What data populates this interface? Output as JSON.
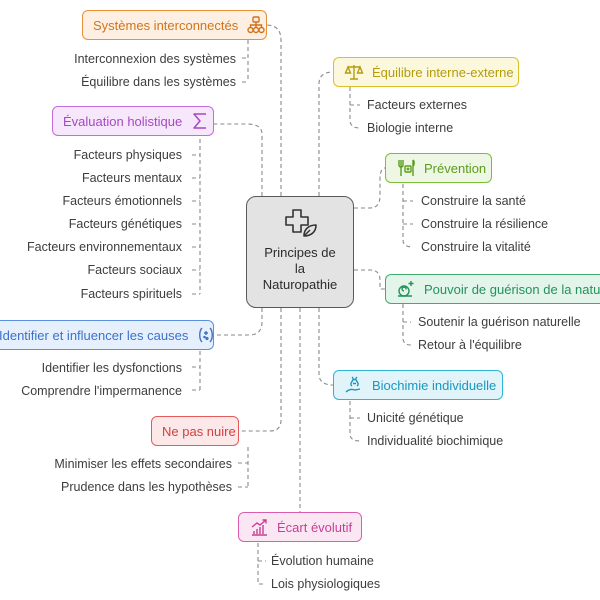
{
  "center": {
    "title": "Principes de\nla\nNaturopathie",
    "icon": "health-cross-leaf-icon"
  },
  "branches": [
    {
      "id": "systemes",
      "label": "Systèmes interconnectés",
      "icon": "network-nodes-icon",
      "color": "#e8913a",
      "fill": "#fdf0e2",
      "text": "#d2731b",
      "leaves": [
        "Interconnexion des systèmes",
        "Équilibre dans les systèmes"
      ]
    },
    {
      "id": "evaluation",
      "label": "Évaluation holistique",
      "icon": "sigma-icon",
      "color": "#c56be0",
      "fill": "#f6e7fb",
      "text": "#a648c4",
      "leaves": [
        "Facteurs physiques",
        "Facteurs mentaux",
        "Facteurs émotionnels",
        "Facteurs génétiques",
        "Facteurs environnementaux",
        "Facteurs sociaux",
        "Facteurs spirituels"
      ]
    },
    {
      "id": "causes",
      "label": "Identifier et influencer les causes",
      "icon": "sparkle-brackets-icon",
      "color": "#5b8fe0",
      "fill": "#e6effc",
      "text": "#3b72cc",
      "leaves": [
        "Identifier les dysfonctions",
        "Comprendre l'impermanence"
      ]
    },
    {
      "id": "nuire",
      "label": "Ne pas nuire",
      "icon": "arrow-corner-icon",
      "color": "#e25b5b",
      "fill": "#fce8e8",
      "text": "#d13f3f",
      "leaves": [
        "Minimiser les effets secondaires",
        "Prudence dans les hypothèses"
      ]
    },
    {
      "id": "ecart",
      "label": "Écart évolutif",
      "icon": "growth-chart-icon",
      "color": "#db5eae",
      "fill": "#fbe7f4",
      "text": "#c73f95",
      "leaves": [
        "Évolution humaine",
        "Lois physiologiques"
      ]
    },
    {
      "id": "equilibre",
      "label": "Équilibre interne-externe",
      "icon": "balance-scale-icon",
      "color": "#d8c22a",
      "fill": "#fcf8de",
      "text": "#b49c0c",
      "leaves": [
        "Facteurs externes",
        "Biologie interne"
      ]
    },
    {
      "id": "prevention",
      "label": "Prévention",
      "icon": "medicine-cutlery-icon",
      "color": "#7dbd3e",
      "fill": "#eef7e3",
      "text": "#5a9d1e",
      "leaves": [
        "Construire la santé",
        "Construire la résilience",
        "Construire la vitalité"
      ]
    },
    {
      "id": "pouvoir",
      "label": "Pouvoir de guérison de la nature",
      "icon": "healing-snail-icon",
      "color": "#3fae6c",
      "fill": "#e3f5ea",
      "text": "#23915a",
      "leaves": [
        "Soutenir la guérison naturelle",
        "Retour à l'équilibre"
      ]
    },
    {
      "id": "biochimie",
      "label": "Biochimie individuelle",
      "icon": "dna-hand-icon",
      "color": "#2fb4d8",
      "fill": "#e1f4fa",
      "text": "#1897bf",
      "leaves": [
        "Unicité génétique",
        "Individualité biochimique"
      ]
    }
  ]
}
